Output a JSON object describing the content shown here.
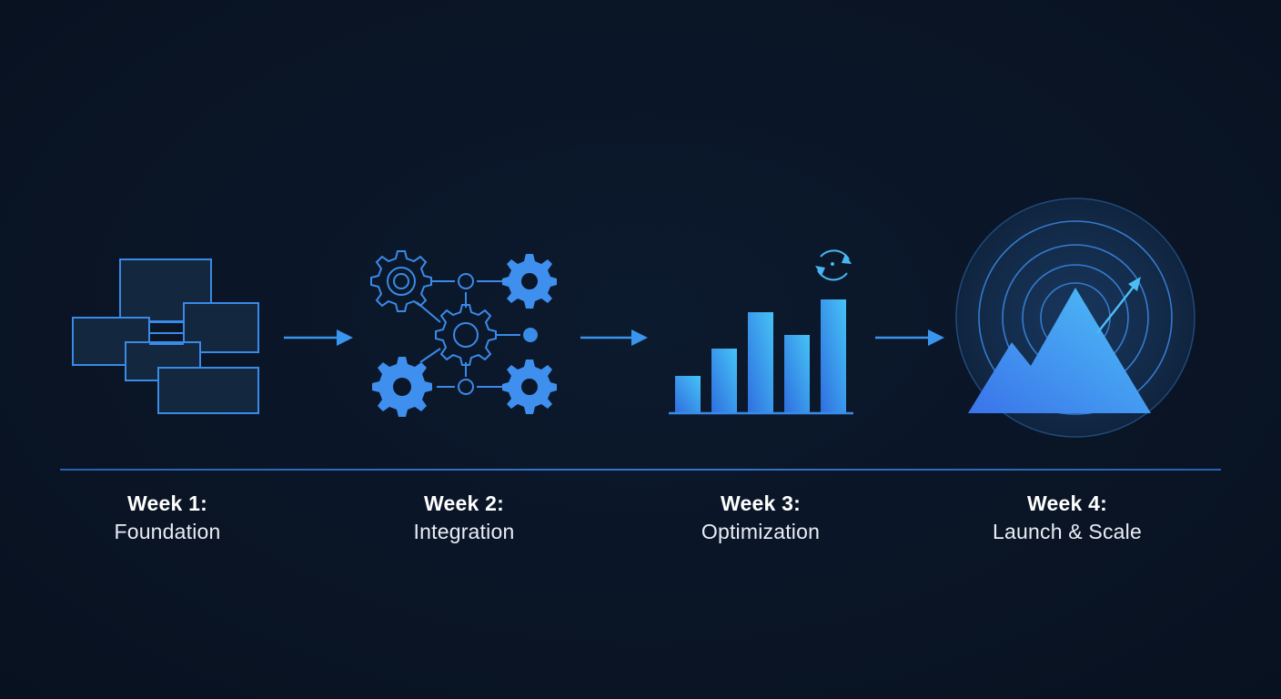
{
  "steps": [
    {
      "week": "Week 1:",
      "title": "Foundation",
      "icon": "stacked-panels-icon"
    },
    {
      "week": "Week 2:",
      "title": "Integration",
      "icon": "connected-gears-icon"
    },
    {
      "week": "Week 3:",
      "title": "Optimization",
      "icon": "bar-chart-refresh-icon"
    },
    {
      "week": "Week 4:",
      "title": "Launch & Scale",
      "icon": "mountain-radar-icon"
    }
  ],
  "colors": {
    "background": "#0a1526",
    "accent": "#3d8fef",
    "accent_light": "#47b8f5",
    "panel_fill": "#15283f",
    "text": "#ffffff"
  }
}
